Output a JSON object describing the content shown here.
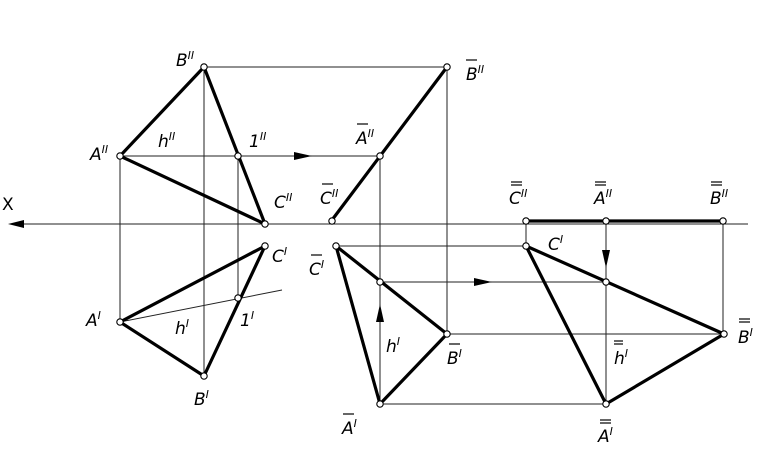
{
  "diagram": {
    "axis_label": "X",
    "labels": {
      "B2": "B",
      "A2": "A",
      "h2": "h",
      "one2": "1",
      "C2": "C",
      "C1": "C",
      "A1": "A",
      "h1": "h",
      "one1": "1",
      "B1": "B",
      "A2bar": "A",
      "B2bar": "B",
      "C2bar": "C",
      "C1bar": "C",
      "h1bar": "h",
      "B1bar": "B",
      "A1bar": "A",
      "C2dbar": "C",
      "A2dbar": "A",
      "B2dbar": "B",
      "C1dbar": "C",
      "h1dbar": "h",
      "B1dbar": "B",
      "A1dbar": "A"
    },
    "primes": {
      "double": "II",
      "single": "I"
    }
  }
}
